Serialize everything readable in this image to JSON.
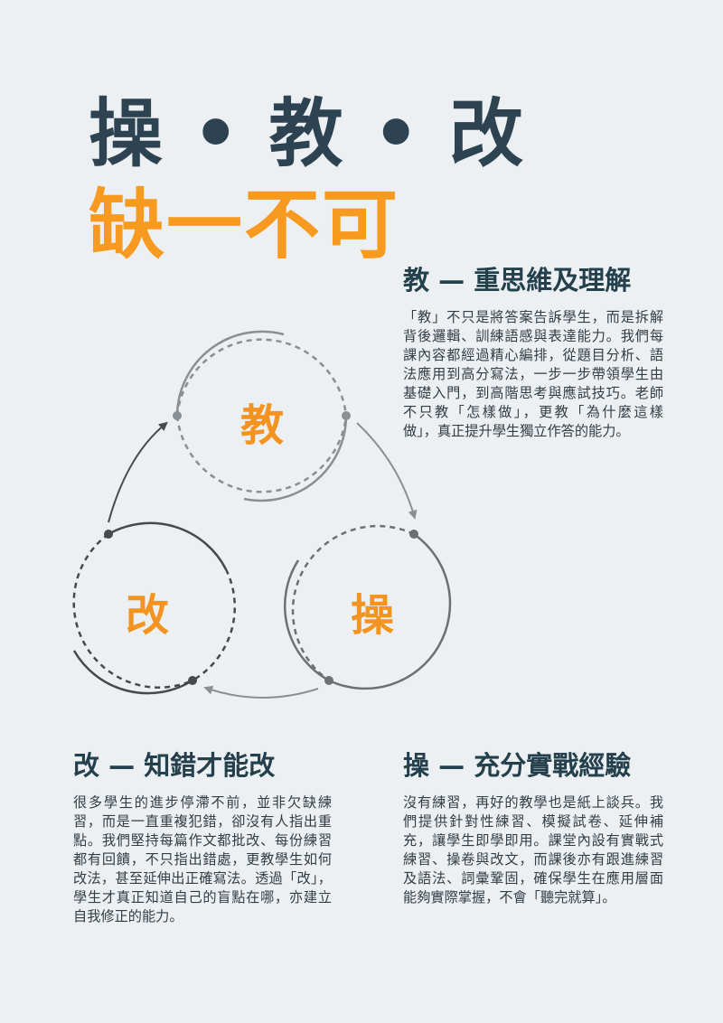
{
  "header": {
    "line1": "操 • 教 • 改",
    "line2": "缺一不可"
  },
  "diagram": {
    "teach_label": "教",
    "practice_label": "操",
    "correct_label": "改"
  },
  "sections": {
    "teach": {
      "title": "教 — 重思維及理解",
      "body": "「教」不只是將答案告訴學生，而是拆解背後邏輯、訓練語感與表達能力。我們每課內容都經過精心編排，從題目分析、語法應用到高分寫法，一步一步帶領學生由基礎入門，到高階思考與應試技巧。老師不只教「怎樣做」，更教「為什麼這樣做」，真正提升學生獨立作答的能力。"
    },
    "correct": {
      "title": "改 — 知錯才能改",
      "body": "很多學生的進步停滯不前，並非欠缺練習，而是一直重複犯錯，卻沒有人指出重點。我們堅持每篇作文都批改、每份練習都有回饋，不只指出錯處，更教學生如何改法，甚至延伸出正確寫法。透過「改」，學生才真正知道自己的盲點在哪，亦建立自我修正的能力。"
    },
    "practice": {
      "title": "操 — 充分實戰經驗",
      "body": "沒有練習，再好的教學也是紙上談兵。我們提供針對性練習、模擬試卷、延伸補充，讓學生即學即用。課堂內設有實戰式練習、操卷與改文，而課後亦有跟進練習及語法、詞彙鞏固，確保學生在應用層面能夠實際掌握，不會「聽完就算」。"
    }
  },
  "colors": {
    "navy": "#2e4352",
    "orange": "#f79a1f",
    "circle_gray": "#8a8f93",
    "circle_dark": "#454a4e"
  }
}
